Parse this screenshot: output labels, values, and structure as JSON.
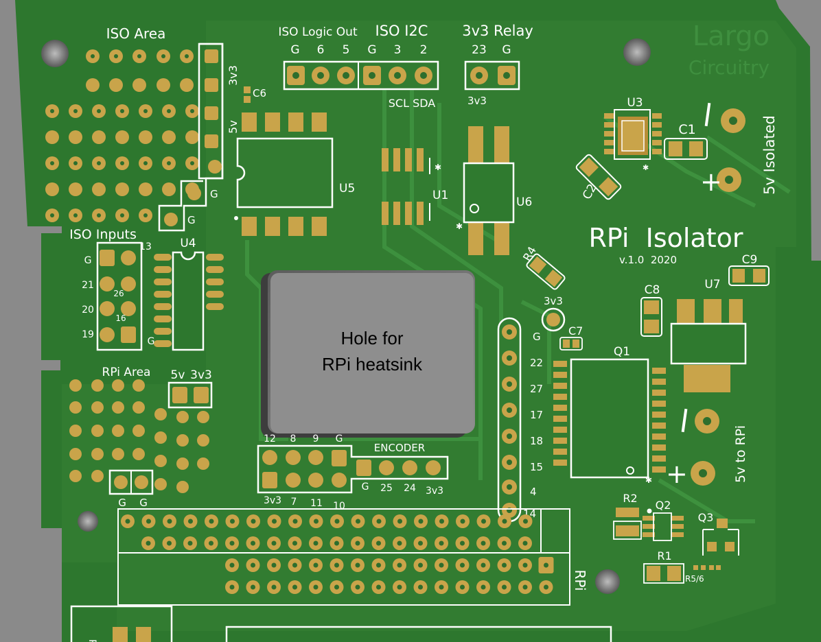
{
  "labels": {
    "iso_area": "ISO Area",
    "iso_logic_out": "ISO Logic Out",
    "iso_i2c": "ISO I2C",
    "relay": "3v3 Relay",
    "logic_pins": [
      "G",
      "6",
      "5"
    ],
    "i2c_pins": [
      "G",
      "3",
      "2"
    ],
    "relay_pins": [
      "23",
      "G"
    ],
    "scl_sda": "SCL SDA",
    "relay_3v3": "3v3",
    "brand_1": "Largo",
    "brand_2": "Circuitry",
    "u3": "U3",
    "c1": "C1",
    "c2": "C2",
    "five_v_isolated": "5v Isolated",
    "minus": "−",
    "plus": "+",
    "title": "RPi  Isolator",
    "version": "v.1.0  2020",
    "u5": "U5",
    "u1": "U1",
    "u6": "U6",
    "c6": "C6",
    "v33_side": "3v3",
    "v5_side": "5v",
    "g_side_1": "G",
    "g_side_2": "G",
    "iso_inputs": "ISO Inputs",
    "u4": "U4",
    "in_left": [
      "G",
      "21",
      "20",
      "19"
    ],
    "in_mid": [
      "26",
      "16"
    ],
    "in_13": "13",
    "in_g_right": "G",
    "hole_line1": "Hole for",
    "hole_line2": "RPi heatsink",
    "r4": "R4",
    "c9": "C9",
    "c8": "C8",
    "u7": "U7",
    "v33_top": "3v3",
    "c7": "C7",
    "q1": "Q1",
    "gpio_labels": [
      "G",
      "22",
      "27",
      "17",
      "18",
      "15",
      "4",
      "14"
    ],
    "five_v_rpi": "5v to RPi",
    "r2": "R2",
    "q2": "Q2",
    "q3": "Q3",
    "r1": "R1",
    "r56": "R5/6",
    "rpi_area": "RPi Area",
    "rpi_5v": "5v",
    "rpi_3v3": "3v3",
    "rpi_g": [
      "G",
      "G"
    ],
    "enc_top": [
      "12",
      "8",
      "9",
      "G"
    ],
    "enc_bottom": [
      "3v3",
      "7",
      "11",
      "10"
    ],
    "encoder": "ENCODER",
    "encoder_pins": [
      "G",
      "25",
      "24",
      "3v3"
    ],
    "rpi": "RPi",
    "rpi_side_r": "R"
  },
  "colors": {
    "background": "#8a8a8a",
    "board": "#2f7a2f",
    "board_light": "#3b8f39",
    "copper": "#c9a44a",
    "silk": "#ffffff",
    "hole": "#7c7c7c"
  }
}
